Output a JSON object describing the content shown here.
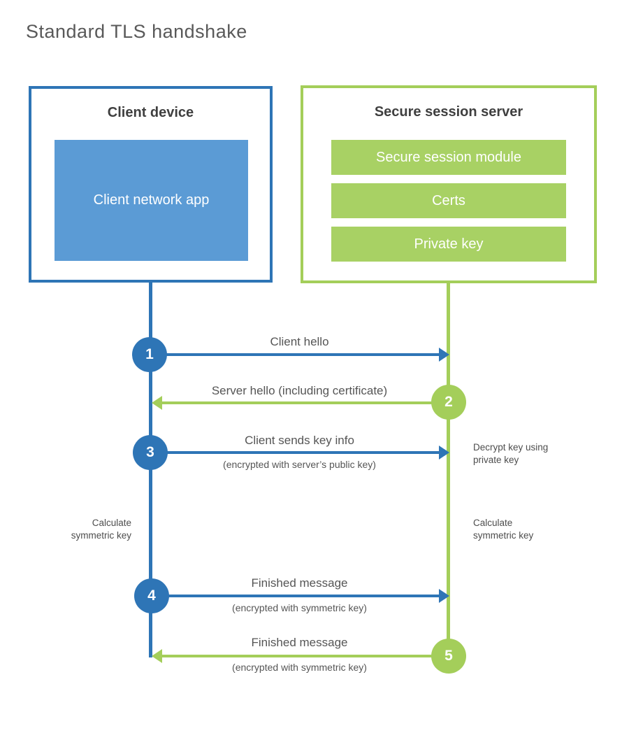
{
  "title": "Standard TLS handshake",
  "colors": {
    "blue": "#2e75b6",
    "blue_fill": "#5b9bd5",
    "green": "#a4ce5a",
    "green_fill": "#a8d164",
    "heading_text": "#3f3f3f",
    "label_text": "#555555",
    "title_text": "#595959"
  },
  "client": {
    "title": "Client device",
    "app_label": "Client network app"
  },
  "server": {
    "title": "Secure session server",
    "modules": [
      {
        "label": "Secure session module"
      },
      {
        "label": "Certs"
      },
      {
        "label": "Private key"
      }
    ]
  },
  "steps": [
    {
      "num": "1",
      "from": "client",
      "to": "server",
      "label": "Client hello",
      "sub": ""
    },
    {
      "num": "2",
      "from": "server",
      "to": "client",
      "label": "Server hello (including certificate)",
      "sub": ""
    },
    {
      "num": "3",
      "from": "client",
      "to": "server",
      "label": "Client sends key info",
      "sub": "(encrypted with server’s public key)"
    },
    {
      "num": "4",
      "from": "client",
      "to": "server",
      "label": "Finished message",
      "sub": "(encrypted with symmetric key)"
    },
    {
      "num": "5",
      "from": "server",
      "to": "client",
      "label": "Finished message",
      "sub": "(encrypted with symmetric key)"
    }
  ],
  "notes": {
    "decrypt": "Decrypt key using private key",
    "calc_left": "Calculate symmetric key",
    "calc_right": "Calculate symmetric key"
  }
}
